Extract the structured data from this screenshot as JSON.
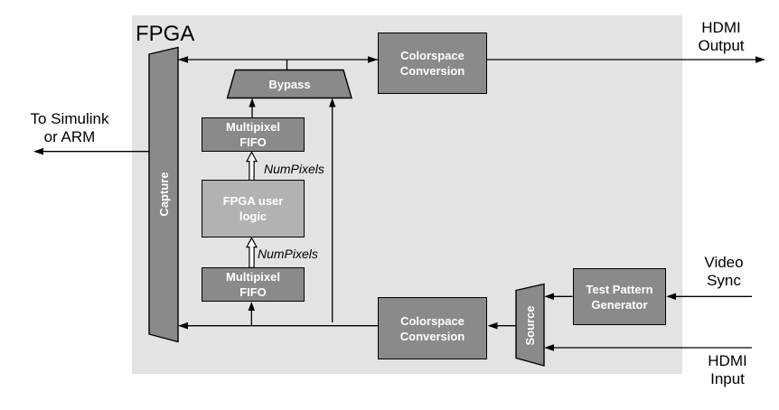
{
  "diagram_title": "FPGA",
  "colors": {
    "page_background": "#ffffff",
    "fpga_region_fill": "#e3e3e3",
    "block_fill": "#8a8a8a",
    "user_logic_fill": "#b2b2b2",
    "block_text": "#ffffff",
    "line_color": "#000000",
    "label_text": "#000000"
  },
  "blocks": {
    "capture": {
      "label": "Capture"
    },
    "bypass": {
      "label": "Bypass"
    },
    "multipixel_fifo_top": {
      "lines": [
        "Multipixel",
        "FIFO"
      ]
    },
    "fpga_user_logic": {
      "lines": [
        "FPGA user",
        "logic"
      ]
    },
    "multipixel_fifo_bottom": {
      "lines": [
        "Multipixel",
        "FIFO"
      ]
    },
    "colorspace_conversion_top": {
      "lines": [
        "Colorspace",
        "Conversion"
      ]
    },
    "colorspace_conversion_bottom": {
      "lines": [
        "Colorspace",
        "Conversion"
      ]
    },
    "source": {
      "label": "Source"
    },
    "test_pattern_generator": {
      "lines": [
        "Test Pattern",
        "Generator"
      ]
    }
  },
  "signal_labels": {
    "numpixels_top": "NumPixels",
    "numpixels_bottom": "NumPixels"
  },
  "io_labels": {
    "to_simulink": {
      "lines": [
        "To Simulink",
        "or ARM"
      ]
    },
    "hdmi_output": {
      "lines": [
        "HDMI",
        "Output"
      ]
    },
    "video_sync": {
      "lines": [
        "Video",
        "Sync"
      ]
    },
    "hdmi_input": {
      "lines": [
        "HDMI",
        "Input"
      ]
    }
  }
}
